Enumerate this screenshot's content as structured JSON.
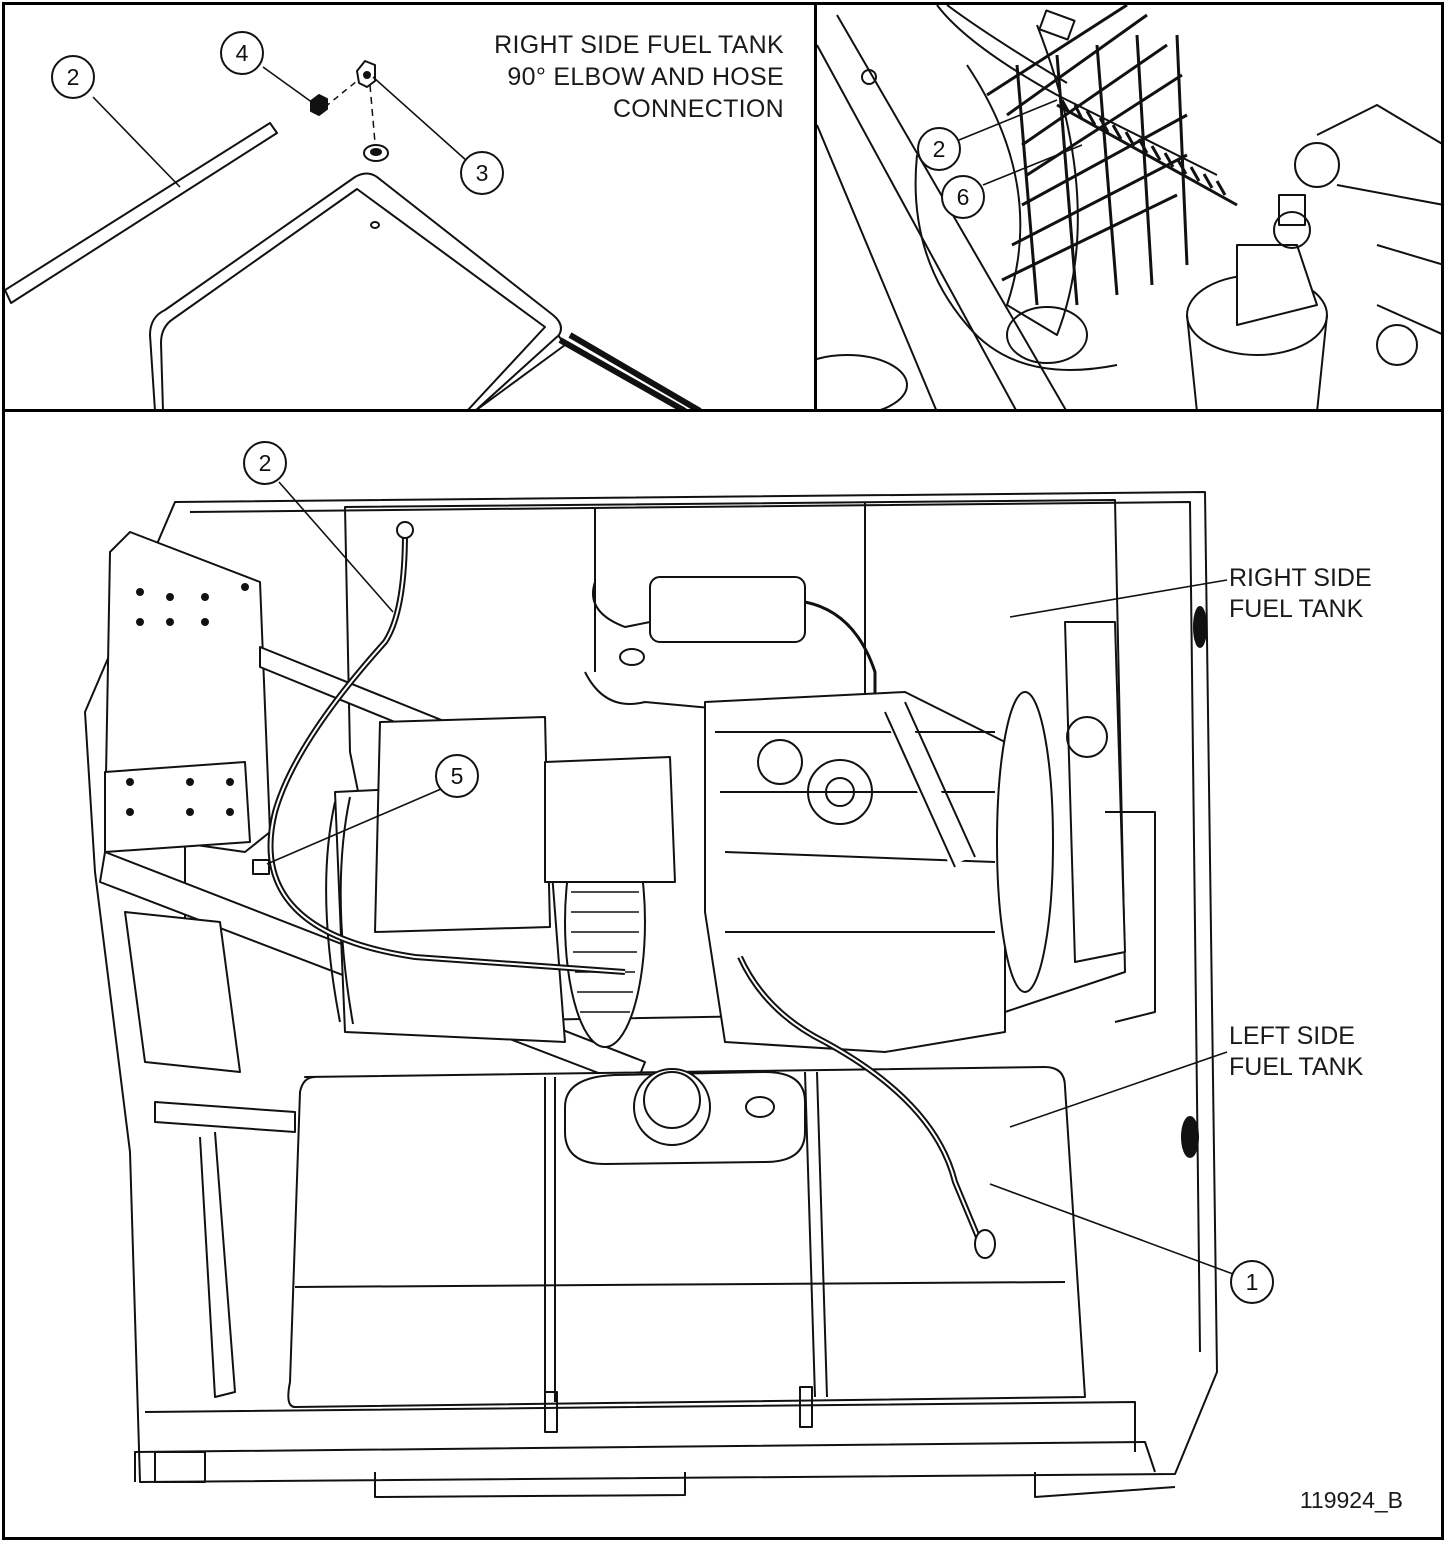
{
  "detail_left": {
    "title_lines": [
      "RIGHT SIDE FUEL TANK",
      "90° ELBOW AND HOSE",
      "CONNECTION"
    ],
    "callouts": [
      "2",
      "4",
      "3"
    ]
  },
  "detail_right": {
    "callouts": [
      "2",
      "6"
    ]
  },
  "main": {
    "callouts": [
      "2",
      "5",
      "1"
    ],
    "right_tank_label": [
      "RIGHT SIDE",
      "FUEL TANK"
    ],
    "left_tank_label": [
      "LEFT SIDE",
      "FUEL TANK"
    ],
    "drawing_number": "119924_B"
  }
}
